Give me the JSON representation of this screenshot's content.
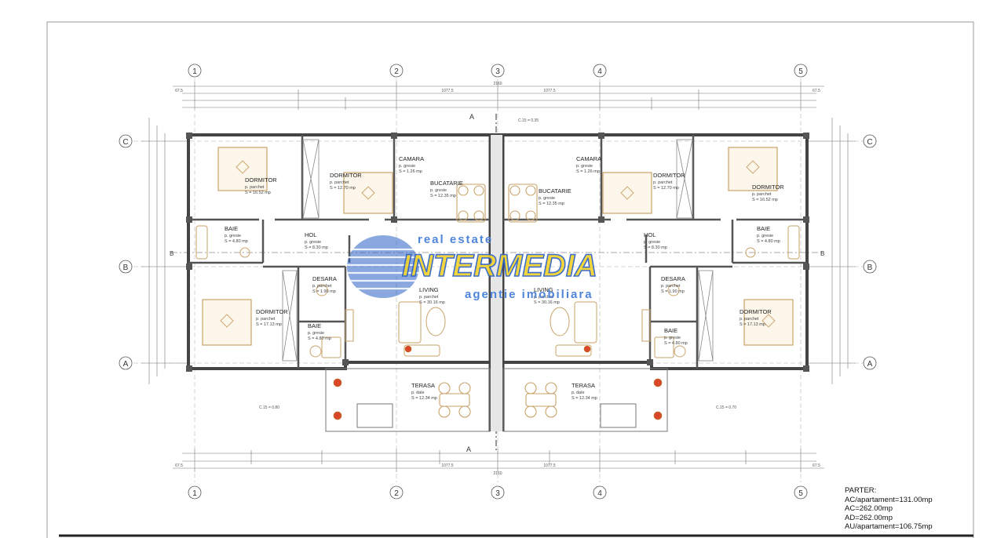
{
  "grid": {
    "columns": [
      "1",
      "2",
      "3",
      "4",
      "5"
    ],
    "rows": [
      "C",
      "B",
      "A"
    ],
    "section": "A",
    "section_b": "B"
  },
  "rooms": {
    "dormitor_tl": {
      "name": "DORMITOR",
      "sub": "p. parchet",
      "area": "S = 16.52 mp"
    },
    "dormitor_tl2": {
      "name": "DORMITOR",
      "sub": "p. parchet",
      "area": "S = 12.70 mp"
    },
    "camara_l": {
      "name": "CAMARA",
      "sub": "p. gresie",
      "area": "S = 1.26 mp"
    },
    "bucatarie_l": {
      "name": "BUCATARIE",
      "sub": "p. gresie",
      "area": "S = 12.35 mp"
    },
    "bucatarie_r": {
      "name": "BUCATARIE",
      "sub": "p. gresie",
      "area": "S = 12.35 mp"
    },
    "camara_r": {
      "name": "CAMARA",
      "sub": "p. gresie",
      "area": "S = 1.26 mp"
    },
    "dormitor_tr2": {
      "name": "DORMITOR",
      "sub": "p. parchet",
      "area": "S = 12.70 mp"
    },
    "dormitor_tr": {
      "name": "DORMITOR",
      "sub": "p. parchet",
      "area": "S = 16.52 mp"
    },
    "baie_l": {
      "name": "BAIE",
      "sub": "p. gresie",
      "area": "S = 4.80 mp"
    },
    "hol_l": {
      "name": "HOL",
      "sub": "p. gresie",
      "area": "S = 8.30 mp"
    },
    "hol_r": {
      "name": "HOL",
      "sub": "p. gresie",
      "area": "S = 8.30 mp"
    },
    "baie_r": {
      "name": "BAIE",
      "sub": "p. gresie",
      "area": "S = 4.80 mp"
    },
    "dormitor_bl": {
      "name": "DORMITOR",
      "sub": "p. parchet",
      "area": "S = 17.13 mp"
    },
    "dressing_l": {
      "name": "DESARA",
      "sub": "p. parchet",
      "area": "S = 1.90 mp"
    },
    "baie2_l": {
      "name": "BAIE",
      "sub": "p. gresie",
      "area": "S = 4.80 mp"
    },
    "living_l": {
      "name": "LIVING",
      "sub": "p. parchet",
      "area": "S = 30.16 mp"
    },
    "living_r": {
      "name": "LIVING",
      "sub": "p. parchet",
      "area": "S = 30.16 mp"
    },
    "dressing_r": {
      "name": "DESARA",
      "sub": "p. parchet",
      "area": "S = 1.90 mp"
    },
    "baie2_r": {
      "name": "BAIE",
      "sub": "p. gresie",
      "area": "S = 4.80 mp"
    },
    "dormitor_br": {
      "name": "DORMITOR",
      "sub": "p. parchet",
      "area": "S = 17.13 mp"
    },
    "terasa_l": {
      "name": "TERASA",
      "sub": "p. dale",
      "area": "S = 12.34 mp"
    },
    "terasa_r": {
      "name": "TERASA",
      "sub": "p. dale",
      "area": "S = 12.34 mp"
    }
  },
  "dims": {
    "total": "2160",
    "half": "1077.5",
    "edge": "67.5",
    "cota_l": "C.15 = 0.80",
    "cota_r": "C.15 = 0.70",
    "cota_top": "C.15 = 0.35"
  },
  "watermark": {
    "line1": "real estate",
    "line2": "INTERMEDIA",
    "line3": "agentie imobiliara"
  },
  "summary": {
    "title": "PARTER:",
    "line1": "AC/apartament=131.00mp",
    "line2": "AC=262.00mp",
    "line3": "AD=262.00mp",
    "line4": "AU/apartament=106.75mp"
  },
  "colors": {
    "wall": "#444444",
    "hatch": "#8a8a8a",
    "furniture": "#c9a36a",
    "watermark_blue": "#2a5fc4",
    "watermark_yellow": "#f2d12a",
    "accent_red": "#d9482b"
  }
}
